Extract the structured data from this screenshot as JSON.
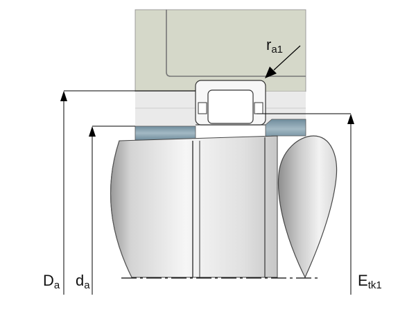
{
  "labels": {
    "Da": {
      "main": "D",
      "sub": "a"
    },
    "da": {
      "main": "d",
      "sub": "a"
    },
    "Etk1": {
      "main": "E",
      "sub": "tk1"
    },
    "ra1": {
      "main": "r",
      "sub": "a1"
    }
  },
  "colors": {
    "housing": "#d5d8c9",
    "housing_edge": "#777777",
    "outer_ring": "#eaeaea",
    "spacer_blue": "#7f9aa8",
    "shaft_light": "#f4f4f4",
    "shaft_shadow": "#a7a7a7",
    "line": "#000000"
  }
}
